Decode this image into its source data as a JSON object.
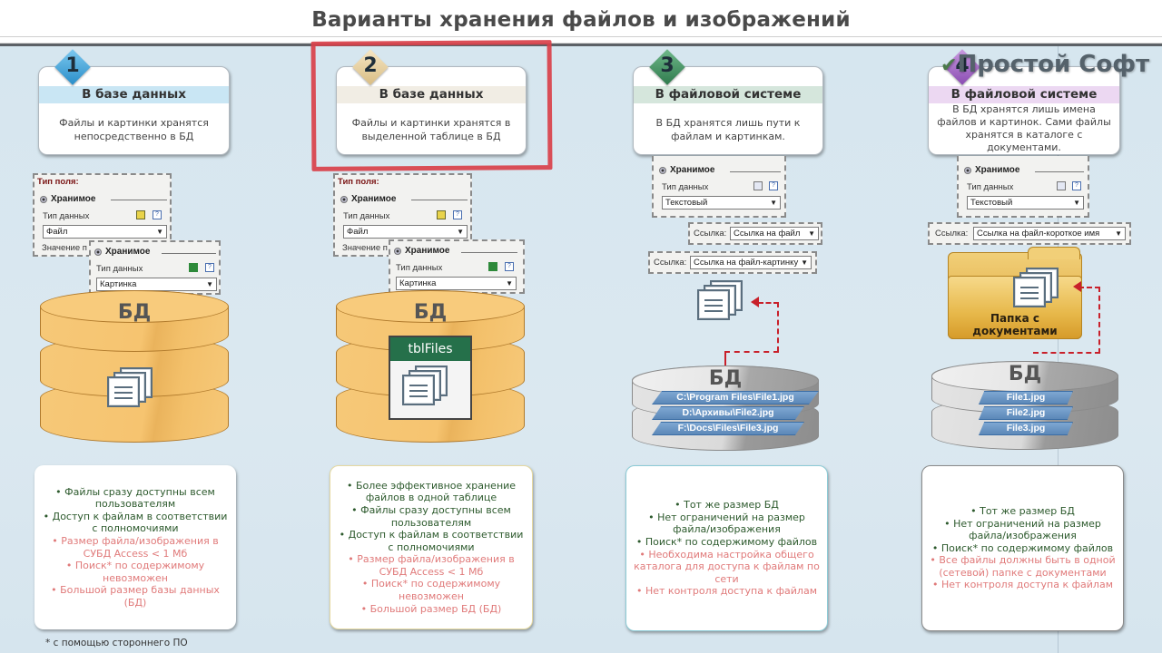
{
  "header": {
    "title": "Варианты хранения файлов и изображений"
  },
  "brand": {
    "check_icon": "✔",
    "text": "Простой Софт"
  },
  "columns": [
    {
      "number": "1",
      "accent": "#3aa0d8",
      "title": "В базе данных",
      "title_bg": "#c9e6f4",
      "description": [
        "Файлы и картинки хранятся",
        "непосредственно в БД"
      ],
      "dialog_main": {
        "caption": "Тип поля:",
        "radio": "Хранимое",
        "label": "Тип данных",
        "value": "Файл",
        "footer": "Значение п"
      },
      "dialog_sub": {
        "radio": "Хранимое",
        "label": "Тип данных",
        "value": "Картинка"
      },
      "db_label": "БД",
      "pros": [
        "Файлы сразу доступны всем пользователям",
        "Доступ к файлам в соответствии с полномочиями"
      ],
      "cons": [
        "Размер файла/изображения в СУБД Access < 1 Мб",
        "Поиск* по содержимому невозможен",
        "Большой размер базы данных (БД)"
      ]
    },
    {
      "number": "2",
      "accent": "#e7cf9e",
      "title": "В базе данных",
      "title_bg": "#f1ede4",
      "description": [
        "Файлы и картинки хранятся в",
        "выделенной таблице в БД"
      ],
      "dialog_main": {
        "caption": "Тип поля:",
        "radio": "Хранимое",
        "label": "Тип данных",
        "value": "Файл",
        "footer": "Значение п"
      },
      "dialog_sub": {
        "radio": "Хранимое",
        "label": "Тип данных",
        "value": "Картинка"
      },
      "db_label": "БД",
      "table_name": "tblFiles",
      "pros": [
        "Более эффективное хранение файлов в одной таблице",
        "Файлы сразу доступны всем пользователям",
        "Доступ к файлам в соответствии с полномочиями"
      ],
      "cons": [
        "Размер файла/изображения в СУБД Access < 1 Мб",
        "Поиск* по содержимому невозможен",
        "Большой размер БД (БД)"
      ]
    },
    {
      "number": "3",
      "accent": "#3f8a5c",
      "title": "В файловой системе",
      "title_bg": "#d5e6dc",
      "description": [
        "В БД хранятся лишь пути к",
        "файлам и картинкам."
      ],
      "dialog_main": {
        "radio": "Хранимое",
        "label": "Тип данных",
        "value": "Текстовый"
      },
      "link1": {
        "label": "Ссылка:",
        "value": "Ссылка на файл"
      },
      "link2": {
        "label": "Ссылка:",
        "value": "Ссылка на файл-картинку"
      },
      "db_label": "БД",
      "paths": [
        "C:\\Program Files\\File1.jpg",
        "D:\\Архивы\\File2.jpg",
        "F:\\Docs\\Files\\File3.jpg"
      ],
      "pros": [
        "Тот же размер БД",
        "Нет ограничений на размер файла/изображения",
        "Поиск* по содержимому файлов"
      ],
      "cons": [
        "Необходима настройка общего каталога для доступа к файлам по сети",
        "Нет контроля доступа к файлам"
      ]
    },
    {
      "number": "4",
      "accent": "#9a5cc2",
      "title": "В файловой системе",
      "title_bg": "#ecd8f2",
      "description": [
        "В БД хранятся лишь имена",
        "файлов и картинок. Сами файлы",
        "хранятся в каталоге с",
        "документами."
      ],
      "dialog_main": {
        "radio": "Хранимое",
        "label": "Тип данных",
        "value": "Текстовый"
      },
      "link1": {
        "label": "Ссылка:",
        "value": "Ссылка на файл-короткое имя"
      },
      "folder_label": [
        "Папка с",
        "документами"
      ],
      "db_label": "БД",
      "paths": [
        "File1.jpg",
        "File2.jpg",
        "File3.jpg"
      ],
      "pros": [
        "Тот же размер БД",
        "Нет ограничений на размер файла/изображения",
        "Поиск* по содержимому файлов"
      ],
      "cons": [
        "Все файлы должны быть в одной (сетевой) папке с документами",
        "Нет контроля доступа к файлам"
      ]
    }
  ],
  "footnote": "* с помощью стороннего ПО",
  "colors": {
    "pro_text": "#2d5a2d",
    "con_text": "#e07a7a",
    "highlight_frame": "#d9414a",
    "arrow": "#c8202a"
  }
}
